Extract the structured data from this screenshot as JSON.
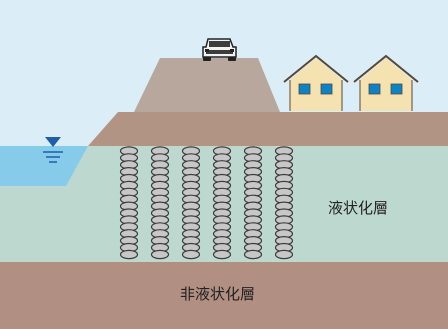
{
  "labels": {
    "liquefiable_layer": "液状化層",
    "non_liquefiable_layer": "非液状化層"
  },
  "icons": [
    "car-icon",
    "house-icon",
    "water-level-icon"
  ],
  "columns": {
    "count": 6,
    "segments_per_column": 16
  },
  "colors": {
    "sky": "#dbeef7",
    "surface_soil": "#b29484",
    "embankment": "#b7a79c",
    "liquefiable_layer": "#bdd8cf",
    "non_liquefiable_layer": "#b18f82",
    "water": "#86cbea",
    "water_marker": "#1e5fa8",
    "house_wall": "#f4e3b0",
    "house_window": "#0d83c7",
    "column_fill": "#c7c7c7",
    "column_stroke": "#3c3c3c"
  }
}
